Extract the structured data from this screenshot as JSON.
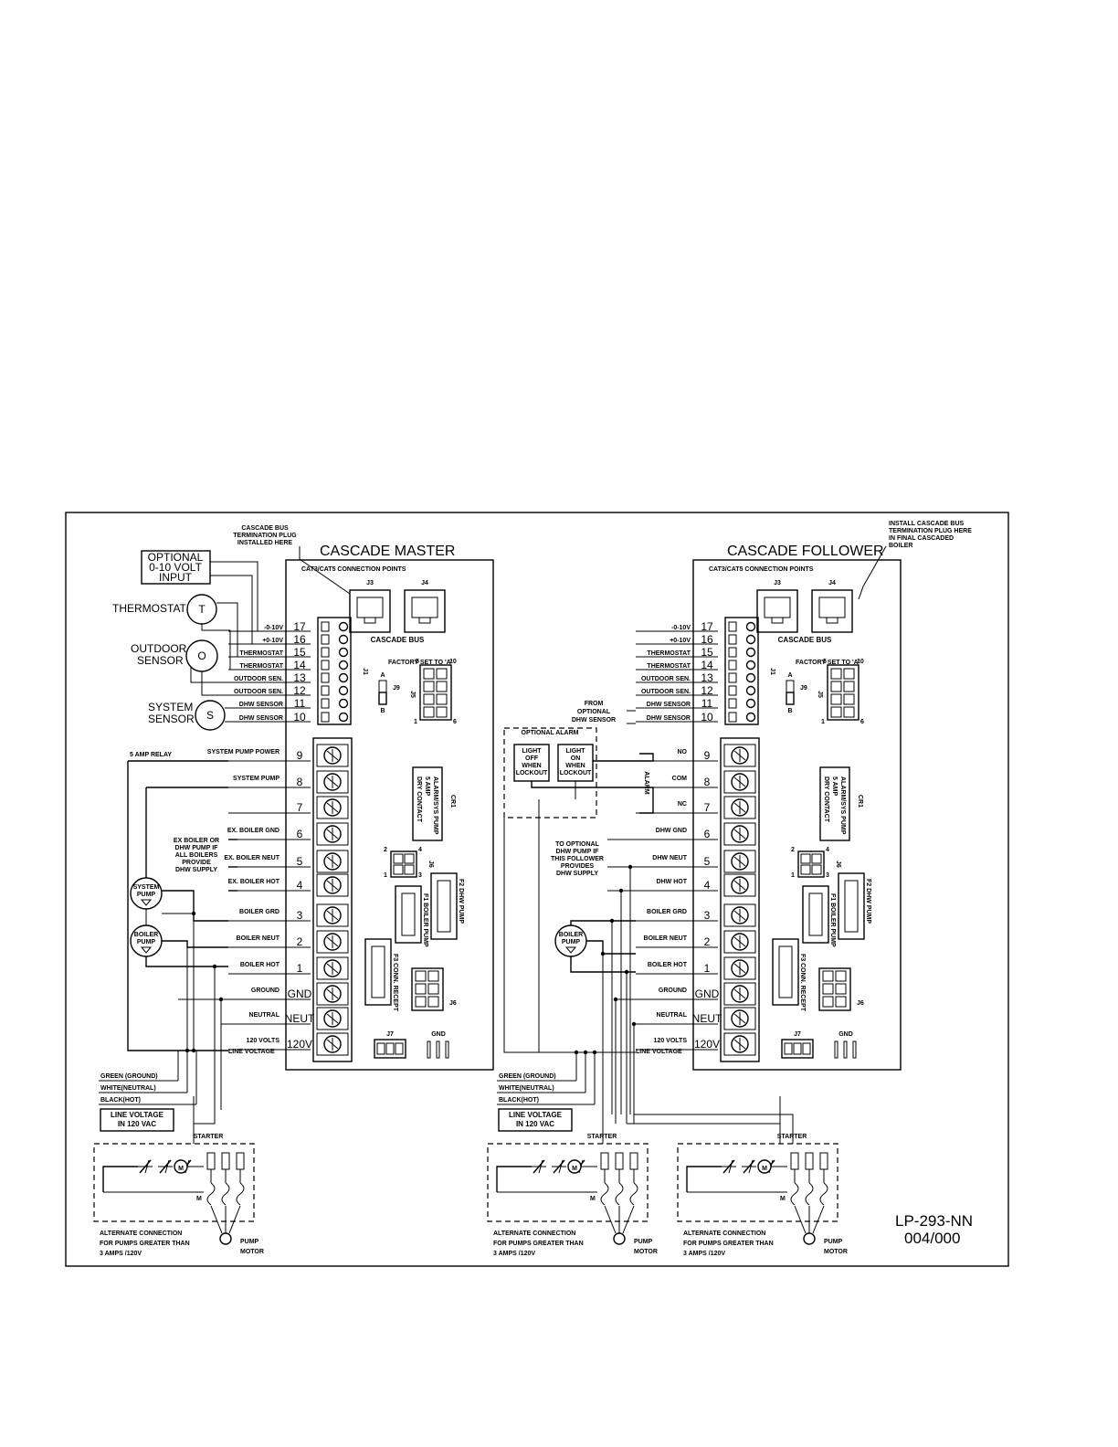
{
  "drawing_code": {
    "line1": "LP-293-NN",
    "line2": "004/000"
  },
  "master": {
    "title": "CASCADE MASTER",
    "cat_label": "CAT3/CAT5 CONNECTION POINTS",
    "j3": "J3",
    "j4": "J4",
    "bus": "CASCADE BUS",
    "termination_note": [
      "CASCADE BUS",
      "TERMINATION PLUG",
      "INSTALLED HERE"
    ],
    "factory_set": "FACTORY SET TO 'A'",
    "j1": "J1",
    "j9": "J9",
    "j5": "J5",
    "j6": "J6",
    "j7": "J7",
    "jumper_a": "A",
    "jumper_b": "B",
    "j5_pins": [
      "5",
      "10",
      "1",
      "6"
    ],
    "j6_pins": [
      "2",
      "4",
      "1",
      "3"
    ],
    "gnd": "GND",
    "cr1": "CR1",
    "cr1_text": [
      "ALARM/SYS PUMP",
      "5 AMP",
      "DRY CONTACT"
    ],
    "f1": "F1 BOILER PUMP",
    "f2": "F2 DHW PUMP",
    "f3": "F3 CONN. RECEPT",
    "low_numbers": [
      "17",
      "16",
      "15",
      "14",
      "13",
      "12",
      "11",
      "10"
    ],
    "low_labels": [
      "-0-10V",
      "+0-10V",
      "THERMOSTAT",
      "THERMOSTAT",
      "OUTDOOR SEN.",
      "OUTDOOR SEN.",
      "DHW SENSOR",
      "DHW SENSOR"
    ],
    "high_numbers": [
      "9",
      "8",
      "7",
      "6",
      "5",
      "4",
      "3",
      "2",
      "1",
      "GND",
      "NEUT",
      "120V"
    ],
    "high_labels": [
      "SYSTEM PUMP POWER",
      "SYSTEM PUMP",
      "",
      "EX. BOILER GND",
      "EX. BOILER NEUT",
      "EX. BOILER HOT",
      "BOILER GRD",
      "BOILER NEUT",
      "BOILER HOT",
      "GROUND",
      "NEUTRAL",
      "120 VOLTS"
    ],
    "line_voltage": "LINE VOLTAGE",
    "relay": "5 AMP RELAY",
    "optional_input": [
      "OPTIONAL",
      "0-10 VOLT",
      "INPUT"
    ],
    "thermostat": "THERMOSTAT",
    "outdoor_sensor": [
      "OUTDOOR",
      "SENSOR"
    ],
    "system_sensor": [
      "SYSTEM",
      "SENSOR"
    ],
    "sym_t": "T",
    "sym_o": "O",
    "sym_s": "S",
    "ex_boiler_note": [
      "EX BOILER OR",
      "DHW PUMP IF",
      "ALL BOILERS",
      "PROVIDE",
      "DHW SUPPLY"
    ],
    "system_pump": [
      "SYSTEM",
      "PUMP"
    ],
    "boiler_pump": [
      "BOILER",
      "PUMP"
    ],
    "wires": [
      "GREEN (GROUND)",
      "WHITE(NEUTRAL)",
      "BLACK(HOT)"
    ],
    "line_voltage_box": [
      "LINE VOLTAGE",
      "IN 120 VAC"
    ],
    "starter": "STARTER",
    "motor_m": "M",
    "alt_conn": [
      "ALTERNATE CONNECTION",
      "FOR PUMPS GREATER THAN",
      "3 AMPS /120V"
    ],
    "pump_motor": [
      "PUMP",
      "MOTOR"
    ]
  },
  "follower": {
    "title": "CASCADE FOLLOWER",
    "cat_label": "CAT3/CAT5 CONNECTION POINTS",
    "j3": "J3",
    "j4": "J4",
    "bus": "CASCADE BUS",
    "termination_note": [
      "INSTALL CASCADE BUS",
      "TERMINATION PLUG HERE",
      "IN FINAL CASCADED",
      "BOILER"
    ],
    "factory_set": "FACTORY SET TO 'A'",
    "j1": "J1",
    "j9": "J9",
    "j5": "J5",
    "j6": "J6",
    "j7": "J7",
    "jumper_a": "A",
    "jumper_b": "B",
    "j5_pins": [
      "5",
      "10",
      "1",
      "6"
    ],
    "j6_pins": [
      "2",
      "4",
      "1",
      "3"
    ],
    "gnd": "GND",
    "cr1": "CR1",
    "cr1_text": [
      "ALARM/SYS PUMP",
      "5 AMP",
      "DRY CONTACT"
    ],
    "f1": "F1 BOILER PUMP",
    "f2": "F2 DHW PUMP",
    "f3": "F3 CONN. RECEPT",
    "low_numbers": [
      "17",
      "16",
      "15",
      "14",
      "13",
      "12",
      "11",
      "10"
    ],
    "low_labels": [
      "-0-10V",
      "+0-10V",
      "THERMOSTAT",
      "THERMOSTAT",
      "OUTDOOR SEN.",
      "OUTDOOR SEN.",
      "DHW SENSOR",
      "DHW SENSOR"
    ],
    "high_numbers": [
      "9",
      "8",
      "7",
      "6",
      "5",
      "4",
      "3",
      "2",
      "1",
      "GND",
      "NEUT",
      "120V"
    ],
    "high_labels": [
      "NO",
      "COM",
      "NC",
      "DHW GND",
      "DHW NEUT",
      "DHW HOT",
      "BOILER GRD",
      "BOILER NEUT",
      "BOILER HOT",
      "GROUND",
      "NEUTRAL",
      "120 VOLTS"
    ],
    "line_voltage": "LINE VOLTAGE",
    "alarm": "ALARM",
    "from_dhw": [
      "FROM",
      "OPTIONAL",
      "DHW SENSOR"
    ],
    "optional_alarm": "OPTIONAL ALARM",
    "light_off": [
      "LIGHT",
      "OFF",
      "WHEN",
      "LOCKOUT"
    ],
    "light_on": [
      "LIGHT",
      "ON",
      "WHEN",
      "LOCKOUT"
    ],
    "dhw_pump_note": [
      "TO OPTIONAL",
      "DHW PUMP IF",
      "THIS FOLLOWER",
      "PROVIDES",
      "DHW SUPPLY"
    ],
    "boiler_pump": [
      "BOILER",
      "PUMP"
    ],
    "wires": [
      "GREEN (GROUND)",
      "WHITE(NEUTRAL)",
      "BLACK(HOT)"
    ],
    "line_voltage_box": [
      "LINE VOLTAGE",
      "IN 120 VAC"
    ],
    "starter": "STARTER",
    "motor_m": "M",
    "alt_conn": [
      "ALTERNATE CONNECTION",
      "FOR PUMPS GREATER THAN",
      "3 AMPS /120V"
    ],
    "pump_motor": [
      "PUMP",
      "MOTOR"
    ]
  }
}
